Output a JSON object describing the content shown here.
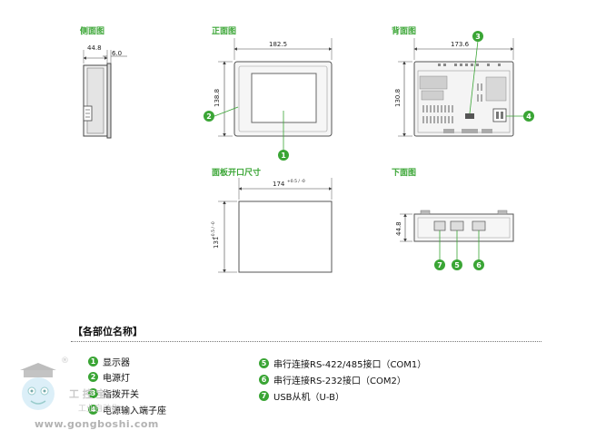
{
  "views": {
    "side": "侧面图",
    "front": "正面图",
    "back": "背面图",
    "panel_cutout": "面板开口尺寸",
    "bottom": "下面图"
  },
  "dimensions": {
    "side_width": "44.8",
    "side_depth": "6.0",
    "front_width": "182.5",
    "front_height": "138.8",
    "back_width": "173.6",
    "back_height": "130.8",
    "cutout_width": "174",
    "cutout_width_tol": "+0.5 / -0",
    "cutout_height": "131",
    "cutout_height_tol": "+0.5 / -0",
    "bottom_depth": "44.8"
  },
  "callouts": [
    "1",
    "2",
    "3",
    "4",
    "5",
    "6",
    "7"
  ],
  "section_title": "【各部位名称】",
  "legend_left": [
    {
      "num": "1",
      "label": "显示器"
    },
    {
      "num": "2",
      "label": "电源灯"
    },
    {
      "num": "3",
      "label": "指拨开关"
    },
    {
      "num": "4",
      "label": "电源输入端子座"
    }
  ],
  "legend_right": [
    {
      "num": "5",
      "label": "串行连接RS-422/485接口（COM1）"
    },
    {
      "num": "6",
      "label": "串行连接RS-232接口（COM2）"
    },
    {
      "num": "7",
      "label": "USB从机（U-B）"
    }
  ],
  "watermark": {
    "brand": "工 控 宝",
    "tagline": "工业自动化",
    "url": "www.gongboshi.com",
    "registered": "®"
  },
  "colors": {
    "accent": "#3aa535",
    "line": "#555555",
    "device": "#9a9a9a"
  }
}
